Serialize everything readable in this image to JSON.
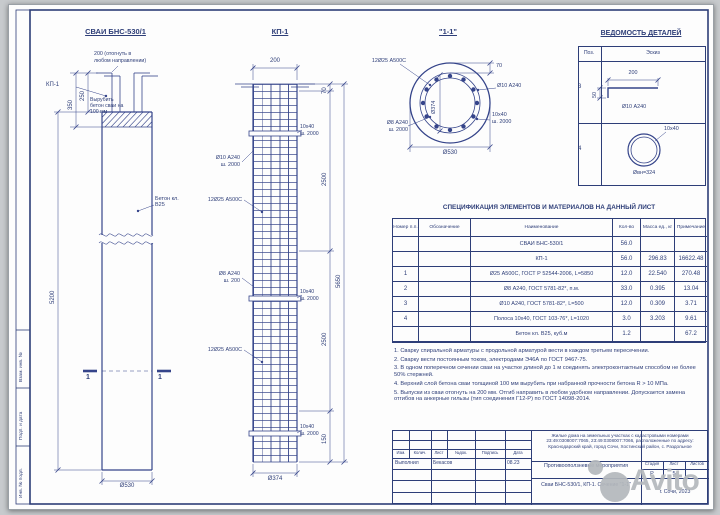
{
  "frame": {
    "side_labels": [
      "Взам. инв. №",
      "Подп. и дата",
      "Инв. № подл."
    ]
  },
  "pile": {
    "title": "СВАИ БНС-530/1",
    "bend_note_1": "200 (отогнуть в",
    "bend_note_2": "любом направлении)",
    "kp_ref": "КП-1",
    "chip_note": "Вырубить бетон сваи на 100 мм",
    "concrete": "Бетон кл. В25",
    "dim_250": "250",
    "dim_350": "350",
    "dim_5200": "5200",
    "dim_dia": "Ø530",
    "cut_mark": "1"
  },
  "cage": {
    "title": "КП-1",
    "dim_200": "200",
    "lbl_d10": "Ø10 А240",
    "lbl_d10_step": "ш. 2000",
    "lbl_d25_top": "12Ø25 А500С",
    "lbl_d8": "Ø8 А240",
    "lbl_d8_step": "ш. 200",
    "lbl_d25_bot": "12Ø25 А500С",
    "strip": "10х40",
    "strip_step": "ш. 2000",
    "dim_70": "70",
    "dim_2500_a": "2500",
    "dim_5650": "5650",
    "dim_2500_b": "2500",
    "dim_150": "150",
    "dim_dia": "Ø374"
  },
  "section": {
    "title": "\"1-1\"",
    "lbl_d25": "12Ø25 А500С",
    "dim_70": "70",
    "lbl_d10": "Ø10 А240",
    "dim_374": "Ø374",
    "lbl_d8": "Ø8 А240",
    "lbl_d8_step": "ш. 2000",
    "strip": "10х40",
    "strip_step": "ш. 2000",
    "dim_530": "Ø530"
  },
  "details": {
    "title": "ВЕДОМОСТЬ ДЕТАЛЕЙ",
    "col_pos": "Поз.",
    "col_sketch": "Эскиз",
    "pos3": "3",
    "d3_dim200": "200",
    "d3_dim50": "50",
    "d3_label": "Ø10 А240",
    "pos4": "4",
    "d4_label": "10х40",
    "d4_dia": "Øвн=324"
  },
  "spec": {
    "title": "СПЕЦИФИКАЦИЯ ЭЛЕМЕНТОВ И МАТЕРИАЛОВ НА ДАННЫЙ ЛИСТ",
    "headers": [
      "Номер п.п.",
      "Обозначение",
      "Наименование",
      "Кол-во",
      "Масса ед., кг",
      "Примечание"
    ],
    "rows": [
      [
        "",
        "",
        "СВАИ БНС-530/1",
        "56.0",
        "",
        ""
      ],
      [
        "",
        "",
        "КП-1",
        "56.0",
        "296.83",
        "16622.48"
      ],
      [
        "1",
        "",
        "Ø25 А500С, ГОСТ Р 52544-2006, L=5850",
        "12.0",
        "22.540",
        "270.48"
      ],
      [
        "2",
        "",
        "Ø8 А240, ГОСТ 5781-82*, п.м.",
        "33.0",
        "0.395",
        "13.04"
      ],
      [
        "3",
        "",
        "Ø10 А240, ГОСТ 5781-82*, L=500",
        "12.0",
        "0.309",
        "3.71"
      ],
      [
        "4",
        "",
        "Полоса 10х40, ГОСТ 103-76*, L=1020",
        "3.0",
        "3.203",
        "9.61"
      ],
      [
        "",
        "",
        "Бетон кл. В25, куб.м",
        "1.2",
        "",
        "67.2"
      ]
    ]
  },
  "notes": {
    "items": [
      "1. Сварку спиральной арматуры с продольной арматурой вести в каждом третьем пересечении.",
      "2. Сварку вести постоянным током, электродами Э46А по ГОСТ 9467-75.",
      "3. В одном поперечном сечении сваи на участке длиной до 1 м соединять электроконтактным способом не более 50% стержней.",
      "4. Верхний слой бетона сваи толщиной 100 мм вырубить при набранной прочности бетона R > 10 МПа.",
      "5. Выпуски из сваи отогнуть на 200 мм. Отгиб направить в любом удобном направлении. Допускается замена отгибов на анкерные гильзы (тип соединения Г12-Р) по ГОСТ 14098-2014."
    ]
  },
  "stamp": {
    "project": "Жилые дома на земельных участках с кадастровыми номерами 23:49:0308007:7065, 23:49:0308007:7066, расположенные по адресу: Краснодарский край, город Сочи, Хостинский район, с. Раздольное",
    "cols": [
      "Изм.",
      "Колич.",
      "Лист",
      "№док.",
      "Подпись",
      "Дата"
    ],
    "role": "Выполнил",
    "name": "Бекасов",
    "date": "08.23",
    "section_name": "Противооползневые мероприятия",
    "sheet_name": "Сваи БНС-530/1, КП-1. Сечение \"1-1\"",
    "stage_label": "Стадия",
    "list_label": "Лист",
    "lists_label": "Листов",
    "stage": "Р",
    "list": "5",
    "lists": "",
    "org": "г. Сочи, 2023"
  },
  "watermark": {
    "text": "Avito"
  }
}
